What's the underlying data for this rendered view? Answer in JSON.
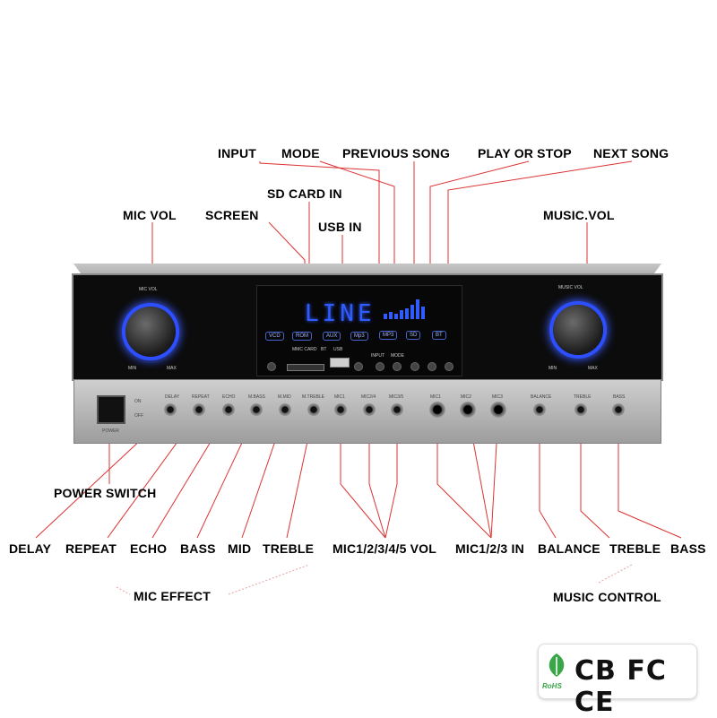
{
  "labels": {
    "input": "INPUT",
    "mode": "MODE",
    "previous_song": "PREVIOUS SONG",
    "play_or_stop": "PLAY OR STOP",
    "next_song": "NEXT SONG",
    "sd_card_in": "SD CARD  IN",
    "mic_vol": "MIC VOL",
    "screen": "SCREEN",
    "usb_in": "USB IN",
    "music_vol": "MUSIC.VOL",
    "power_switch": "POWER SWITCH",
    "delay": "DELAY",
    "repeat": "REPEAT",
    "echo": "ECHO",
    "bass": "BASS",
    "mid": "MID",
    "treble": "TREBLE",
    "mic_vols": "MIC1/2/3/4/5 VOL",
    "mic_in": "MIC1/2/3 IN",
    "balance": "BALANCE",
    "treble2": "TREBLE",
    "bass2": "BASS",
    "mic_effect": "MIC  EFFECT",
    "music_control": "MUSIC CONTROL"
  },
  "device": {
    "display_text": "LINE",
    "mode_buttons": [
      "VCD",
      "ROM",
      "AUX",
      "Mp3"
    ],
    "mode_boxes": [
      "MP3",
      "SD",
      "BT"
    ],
    "mic_vol_label": "MIC VOL",
    "music_vol_label": "MUSIC VOL",
    "card_label": "MMC CARD",
    "bt_label": "BT",
    "usb_label": "USB",
    "input_label": "INPUT",
    "mode_label": "MODE",
    "knob_min": "MIN",
    "knob_max": "MAX",
    "jack_labels": [
      "DELAY",
      "REPEAT",
      "ECHO",
      "M.BASS",
      "M.MID",
      "M.TREBLE",
      "MIC1",
      "MIC2/4",
      "MIC3/5",
      "MIC1",
      "MIC2",
      "MIC3",
      "BALANCE",
      "TREBLE",
      "BASS"
    ],
    "power_label": "POWER",
    "on_label": "ON",
    "off_label": "OFF"
  },
  "certifications": {
    "rohs": "RoHS",
    "marks": "CB FC CE"
  },
  "colors": {
    "accent_blue": "#2f5bff",
    "leader_red": "#d9534f"
  }
}
